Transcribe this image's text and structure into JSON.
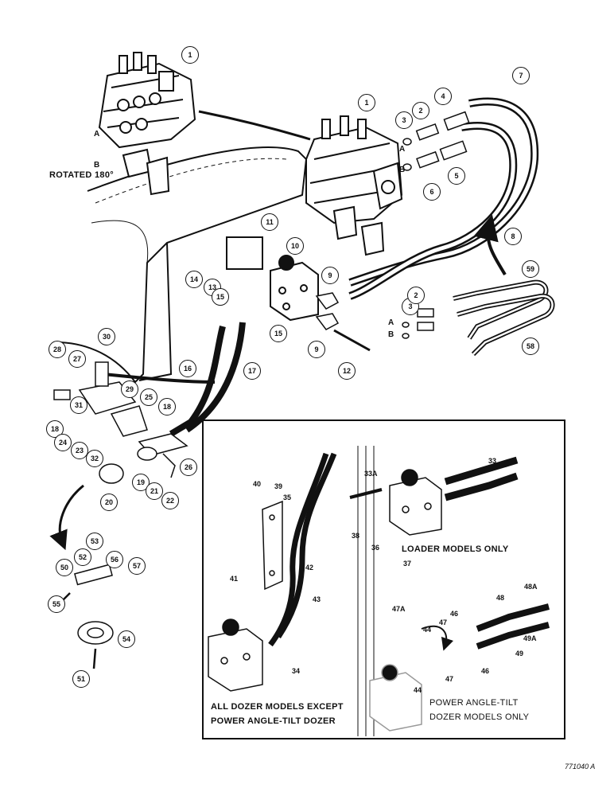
{
  "callouts": {
    "c1a": "1",
    "c1b": "1",
    "c2a": "2",
    "c2b": "2",
    "c3a": "3",
    "c3b": "3",
    "c4": "4",
    "c5": "5",
    "c6": "6",
    "c7": "7",
    "c8": "8",
    "c9a": "9",
    "c9b": "9",
    "c10": "10",
    "c11": "11",
    "c12": "12",
    "c13": "13",
    "c14": "14",
    "c15a": "15",
    "c15b": "15",
    "c16": "16",
    "c17": "17",
    "c18a": "18",
    "c18b": "18",
    "c19": "19",
    "c20": "20",
    "c21": "21",
    "c22": "22",
    "c23": "23",
    "c24": "24",
    "c25": "25",
    "c26": "26",
    "c27": "27",
    "c28": "28",
    "c29": "29",
    "c30": "30",
    "c31": "31",
    "c32": "32",
    "c51": "51",
    "c52": "52",
    "c53": "53",
    "c54": "54",
    "c55": "55",
    "c56": "56",
    "c57": "57",
    "c58": "58",
    "c59": "59",
    "c50": "50"
  },
  "inset_numbers": {
    "n33": "33",
    "n33A": "33A",
    "n34": "34",
    "n35": "35",
    "n36": "36",
    "n37": "37",
    "n38": "38",
    "n39": "39",
    "n40": "40",
    "n41": "41",
    "n42": "42",
    "n43": "43",
    "n44a": "44",
    "n44b": "44",
    "n46a": "46",
    "n46b": "46",
    "n47a": "47",
    "n47b": "47",
    "n47A": "47A",
    "n48": "48",
    "n48A": "48A",
    "n49": "49",
    "n49A": "49A"
  },
  "port_labels": {
    "A1": "A",
    "B1": "B",
    "A2": "A",
    "B2": "B",
    "A3": "A",
    "B3": "B"
  },
  "texts": {
    "rotated": "ROTATED 180°",
    "loader": "LOADER MODELS ONLY",
    "dozer1": "ALL DOZER MODELS EXCEPT",
    "dozer2": "POWER ANGLE-TILT DOZER",
    "pat1": "POWER ANGLE-TILT",
    "pat2": "DOZER MODELS ONLY",
    "ref": "771040 A"
  }
}
